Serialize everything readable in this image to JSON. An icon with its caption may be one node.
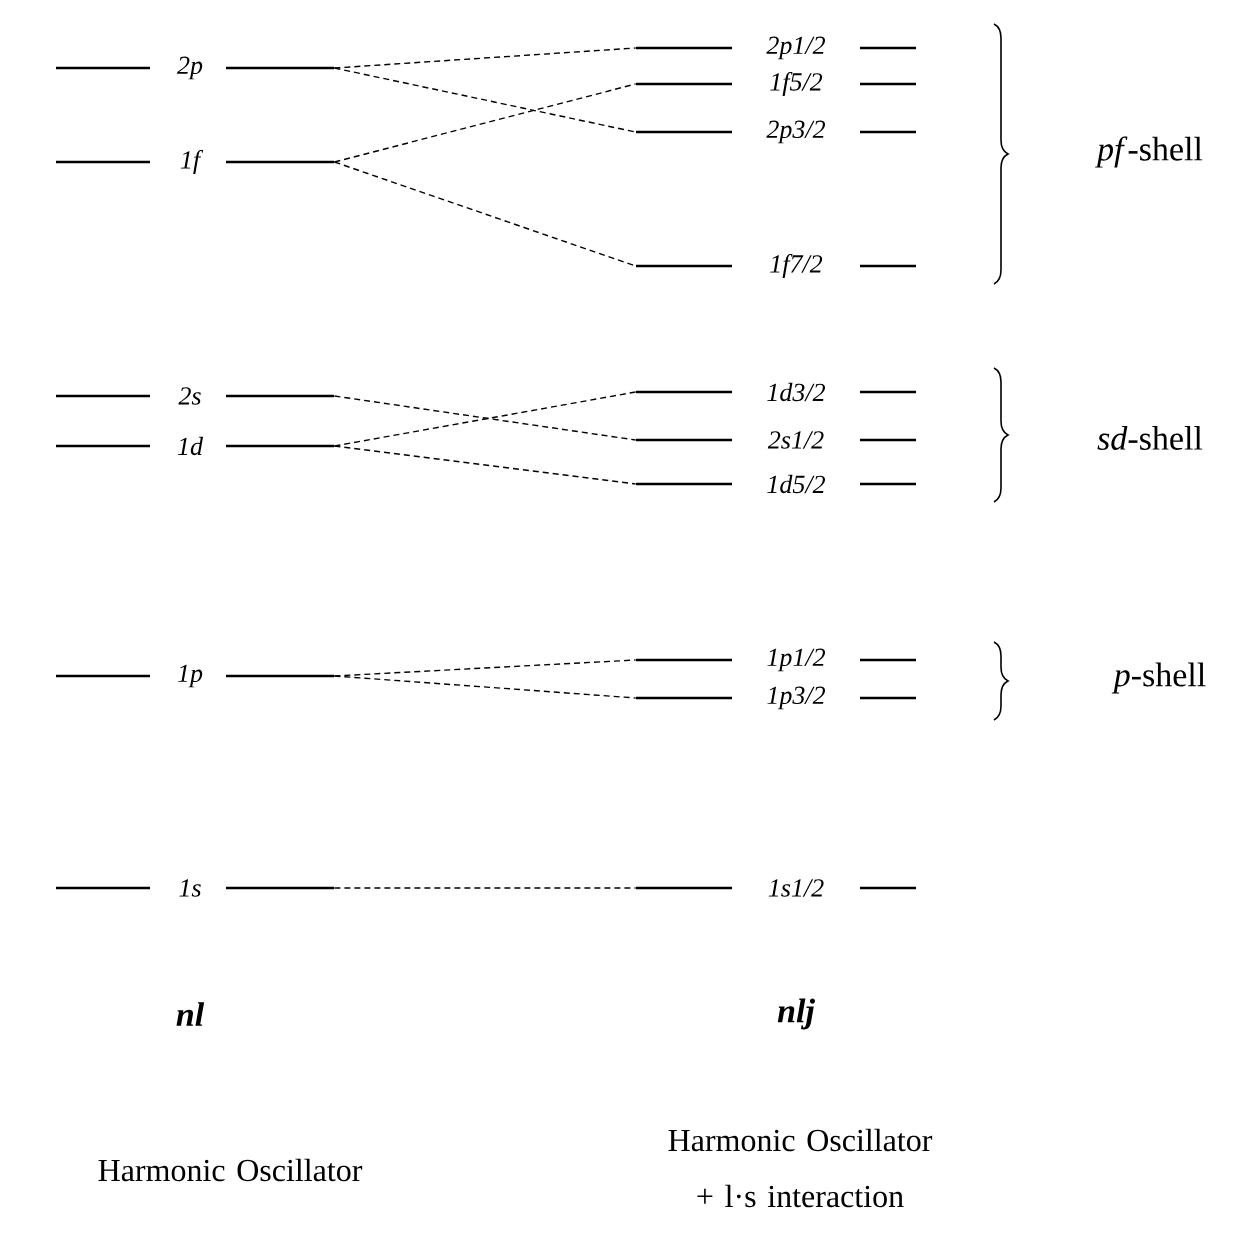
{
  "diagram": {
    "nodes": [
      {
        "text": [
          "2p"
        ]
      },
      {
        "text": [
          "1f"
        ]
      },
      {
        "text": [
          "2s"
        ]
      },
      {
        "text": [
          "1d"
        ]
      },
      {
        "text": [
          "1p"
        ]
      },
      {
        "text": [
          "1s"
        ]
      },
      {
        "text": [
          "2p1/2"
        ]
      },
      {
        "text": [
          "1f5/2"
        ]
      },
      {
        "text": [
          "2p3/2"
        ]
      },
      {
        "text": [
          "1f7/2"
        ]
      },
      {
        "text": [
          "1d3/2"
        ]
      },
      {
        "text": [
          "2s1/2"
        ]
      },
      {
        "text": [
          "1d5/2"
        ]
      },
      {
        "text": [
          "1p1/2"
        ]
      },
      {
        "text": [
          "1p3/2"
        ]
      },
      {
        "text": [
          "1s1/2"
        ]
      }
    ],
    "edges": [
      {
        "from": 0,
        "to": 6,
        "arrow": "none",
        "style": "dashed"
      },
      {
        "from": 0,
        "to": 8,
        "arrow": "none",
        "style": "dashed"
      },
      {
        "from": 1,
        "to": 7,
        "arrow": "none",
        "style": "dashed"
      },
      {
        "from": 1,
        "to": 9,
        "arrow": "none",
        "style": "dashed"
      },
      {
        "from": 2,
        "to": 11,
        "arrow": "none",
        "style": "dashed"
      },
      {
        "from": 3,
        "to": 10,
        "arrow": "none",
        "style": "dashed"
      },
      {
        "from": 3,
        "to": 12,
        "arrow": "none",
        "style": "dashed"
      },
      {
        "from": 4,
        "to": 13,
        "arrow": "none",
        "style": "dashed"
      },
      {
        "from": 4,
        "to": 14,
        "arrow": "none",
        "style": "dashed"
      },
      {
        "from": 5,
        "to": 15,
        "arrow": "none",
        "style": "dashed"
      }
    ],
    "labels": [
      "*pf*-shell",
      "*sd*-shell",
      "*p*-shell",
      "nl",
      "nlj",
      "Harmonic Oscillator",
      "Harmonic Oscillator + l·s interaction"
    ]
  }
}
